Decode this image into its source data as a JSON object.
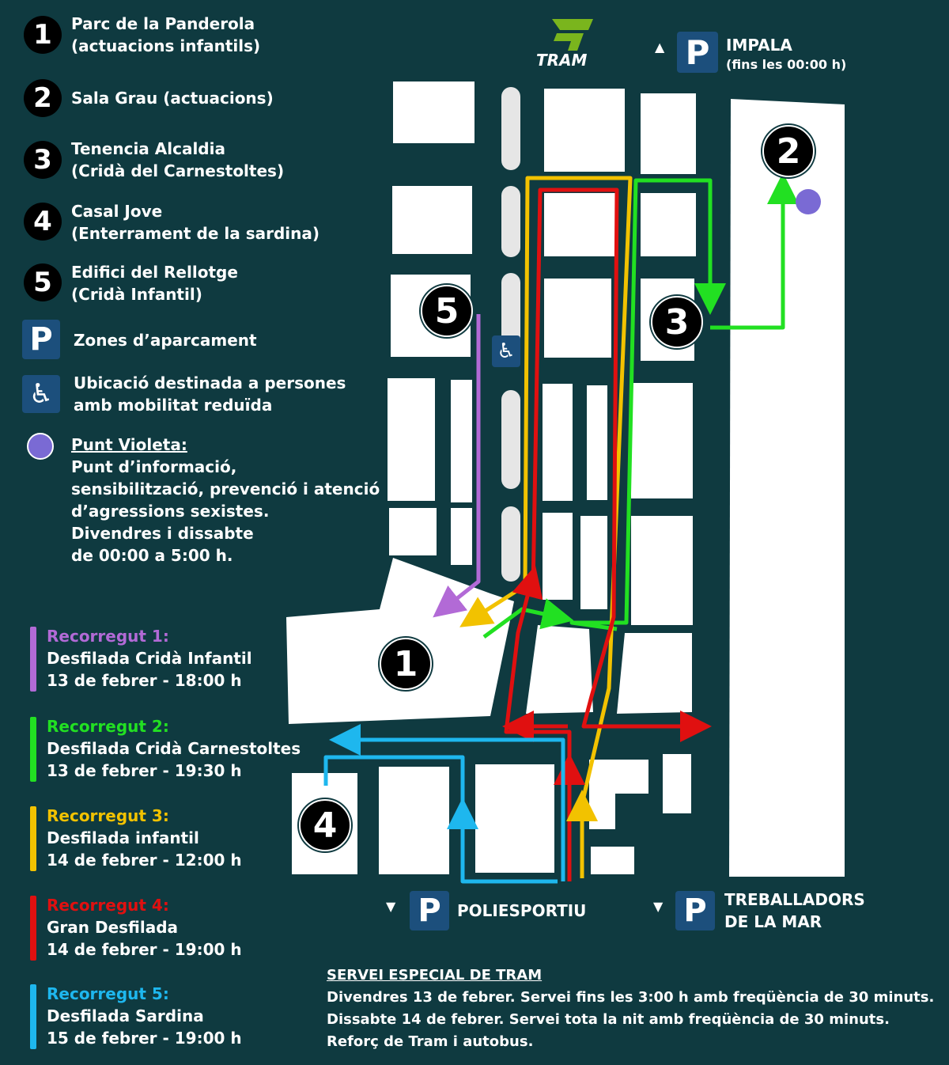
{
  "colors": {
    "background": "#0f3a40",
    "purple": "#b26ad6",
    "green": "#22e022",
    "yellow": "#f2c200",
    "red": "#e01010",
    "blue": "#1eb7ee",
    "violet_point": "#7a6ad4",
    "parking": "#1c4f7c"
  },
  "legend": {
    "items": [
      {
        "num": "1",
        "text": "Parc de la Panderola\n(actuacions infantils)"
      },
      {
        "num": "2",
        "text": "Sala Grau (actuacions)"
      },
      {
        "num": "3",
        "text": "Tenencia Alcaldia\n(Cridà del Carnestoltes)"
      },
      {
        "num": "4",
        "text": "Casal Jove\n(Enterrament de la sardina)"
      },
      {
        "num": "5",
        "text": "Edifici del Rellotge\n(Cridà Infantil)"
      }
    ],
    "parking_icon": "parking-icon",
    "parking_text": "Zones d’aparcament",
    "wheelchair_icon": "wheelchair-icon",
    "wheelchair_text": "Ubicació destinada a persones\namb mobilitat reduïda",
    "violet_title": "Punt Violeta:",
    "violet_text": "Punt d’informació,\nsensibilització, prevenció i atenció\nd’agressions sexistes.\nDivendres i dissabte\nde 00:00 a 5:00 h."
  },
  "routes": [
    {
      "title": "Recorregut 1:",
      "name": "Desfilada Cridà Infantil",
      "date": "13 de febrer - 18:00 h",
      "color": "#b26ad6"
    },
    {
      "title": "Recorregut 2:",
      "name": "Desfilada Cridà Carnestoltes",
      "date": "13 de febrer - 19:30 h",
      "color": "#22e022"
    },
    {
      "title": "Recorregut 3:",
      "name": "Desfilada infantil",
      "date": "14 de febrer - 12:00 h",
      "color": "#f2c200"
    },
    {
      "title": "Recorregut 4:",
      "name": "Gran Desfilada",
      "date": "14 de febrer - 19:00 h",
      "color": "#e01010"
    },
    {
      "title": "Recorregut 5:",
      "name": "Desfilada Sardina",
      "date": "15 de febrer - 19:00 h",
      "color": "#1eb7ee"
    }
  ],
  "map": {
    "tram_logo_text": "TRAM",
    "parking_impala": "IMPALA",
    "parking_impala_sub": "(fins les 00:00 h)",
    "parking_poliesportiu": "POLIESPORTIU",
    "parking_treballadors": "TREBALLADORS\nDE LA MAR",
    "parking_letter": "P",
    "markers": [
      "1",
      "2",
      "3",
      "4",
      "5"
    ]
  },
  "tram_service": {
    "title": "SERVEI ESPECIAL DE TRAM",
    "line1": "Divendres 13  de febrer. Servei fins les 3:00 h amb freqüència de 30 minuts.",
    "line2": "Dissabte 14 de febrer. Servei tota la nit amb freqüència de 30 minuts.",
    "line3": "Reforç de Tram i autobus."
  }
}
